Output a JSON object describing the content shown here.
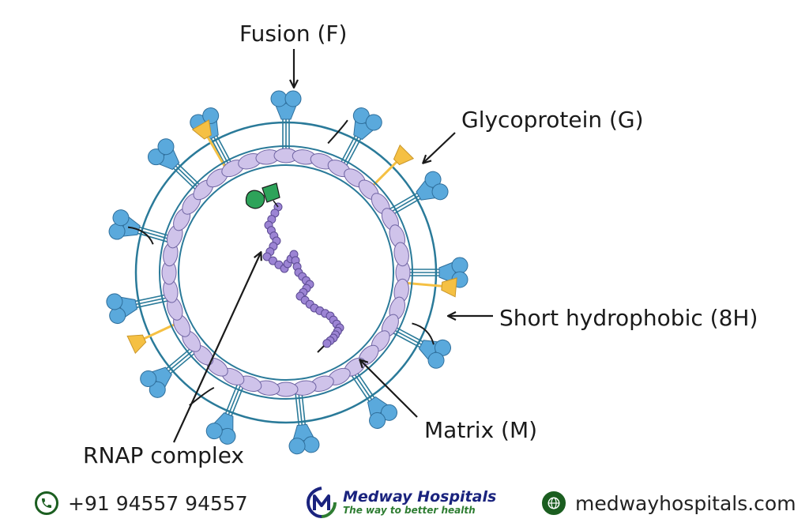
{
  "diagram": {
    "labels": {
      "fusion": "Fusion (F)",
      "glycoprotein": "Glycoprotein (G)",
      "short_hydrophobic": "Short hydrophobic (8H)",
      "matrix": "Matrix (M)",
      "rnap": "RNAP complex"
    },
    "colors": {
      "envelope": "#2a7a99",
      "matrix_fill": "#cfc3ea",
      "matrix_stroke": "#6f64a3",
      "spike": "#5aa9dc",
      "glyco": "#f5c043",
      "rnap_green": "#2ea35a",
      "rna": "#9c84d4"
    }
  },
  "footer": {
    "phone": "+91 94557 94557",
    "brand_name": "Medway Hospitals",
    "brand_tagline": "The way to better health",
    "website": "medwayhospitals.com",
    "phone_icon": "phone-icon",
    "globe_icon": "globe-icon"
  }
}
